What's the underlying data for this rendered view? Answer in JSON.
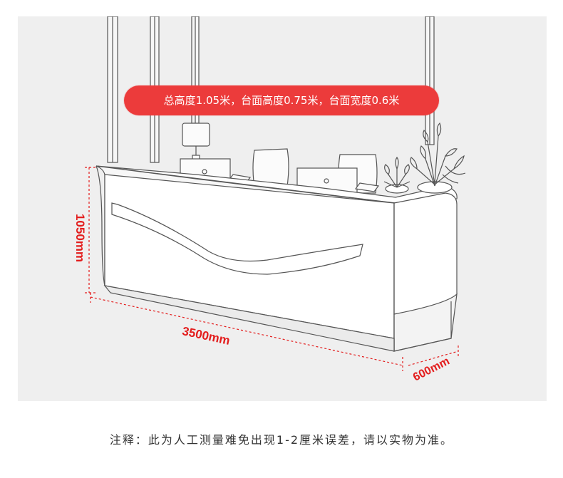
{
  "banner": {
    "text": "总高度1.05米，台面高度0.75米，台面宽度0.6米"
  },
  "dimensions": {
    "height": "1050mm",
    "width": "3500mm",
    "depth": "600mm"
  },
  "note": "注释：此为人工测量难免出现1-2厘米误差，请以实物为准。",
  "colors": {
    "banner": "#ec3b3b",
    "dimension": "#e31d1d",
    "panel": "#efefef"
  }
}
